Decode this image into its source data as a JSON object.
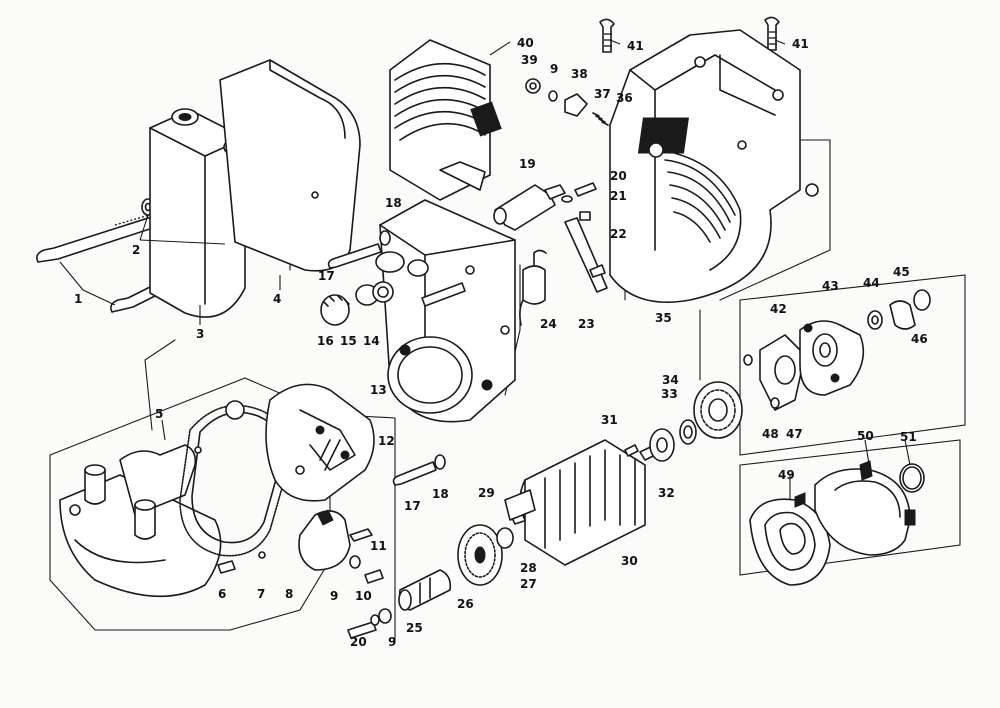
{
  "diagram": {
    "part_labels": {
      "1": "1",
      "2": "2",
      "3": "3",
      "4": "4",
      "5": "5",
      "6": "6",
      "7": "7",
      "8": "8",
      "9a": "9",
      "9b": "9",
      "9c": "9",
      "10": "10",
      "11": "11",
      "12": "12",
      "13": "13",
      "14": "14",
      "15": "15",
      "16": "16",
      "17a": "17",
      "17b": "17",
      "18a": "18",
      "18b": "18",
      "19": "19",
      "20a": "20",
      "20b": "20",
      "21": "21",
      "22": "22",
      "23": "23",
      "24": "24",
      "25": "25",
      "26": "26",
      "27": "27",
      "28": "28",
      "29": "29",
      "30": "30",
      "31": "31",
      "32": "32",
      "33": "33",
      "34": "34",
      "35": "35",
      "36": "36",
      "37": "37",
      "38": "38",
      "39": "39",
      "40": "40",
      "41a": "41",
      "41b": "41",
      "42": "42",
      "43": "43",
      "44": "44",
      "45": "45",
      "46": "46",
      "47": "47",
      "48": "48",
      "49": "49",
      "50": "50",
      "51": "51"
    }
  }
}
